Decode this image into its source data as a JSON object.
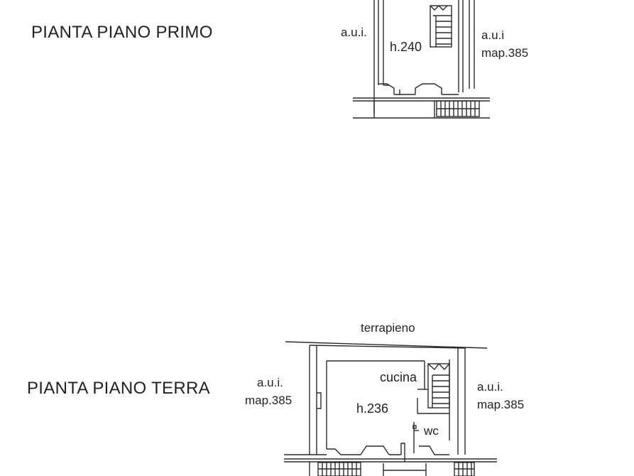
{
  "upper_floor": {
    "title": "PIANTA PIANO PRIMO",
    "left_neighbor": "a.u.i.",
    "room_height": "h.240",
    "right_neighbor_line1": "a.u.i",
    "right_neighbor_line2": "map.385"
  },
  "ground_floor": {
    "title": "PIANTA PIANO TERRA",
    "top_label": "terrapieno",
    "left_neighbor_line1": "a.u.i.",
    "left_neighbor_line2": "map.385",
    "kitchen_label": "cucina",
    "room_height": "h.236",
    "wc_label": "wc",
    "right_neighbor_line1": "a.u.i.",
    "right_neighbor_line2": "map.385"
  },
  "colors": {
    "ink": "#2a2a2a",
    "paper": "#ffffff"
  }
}
